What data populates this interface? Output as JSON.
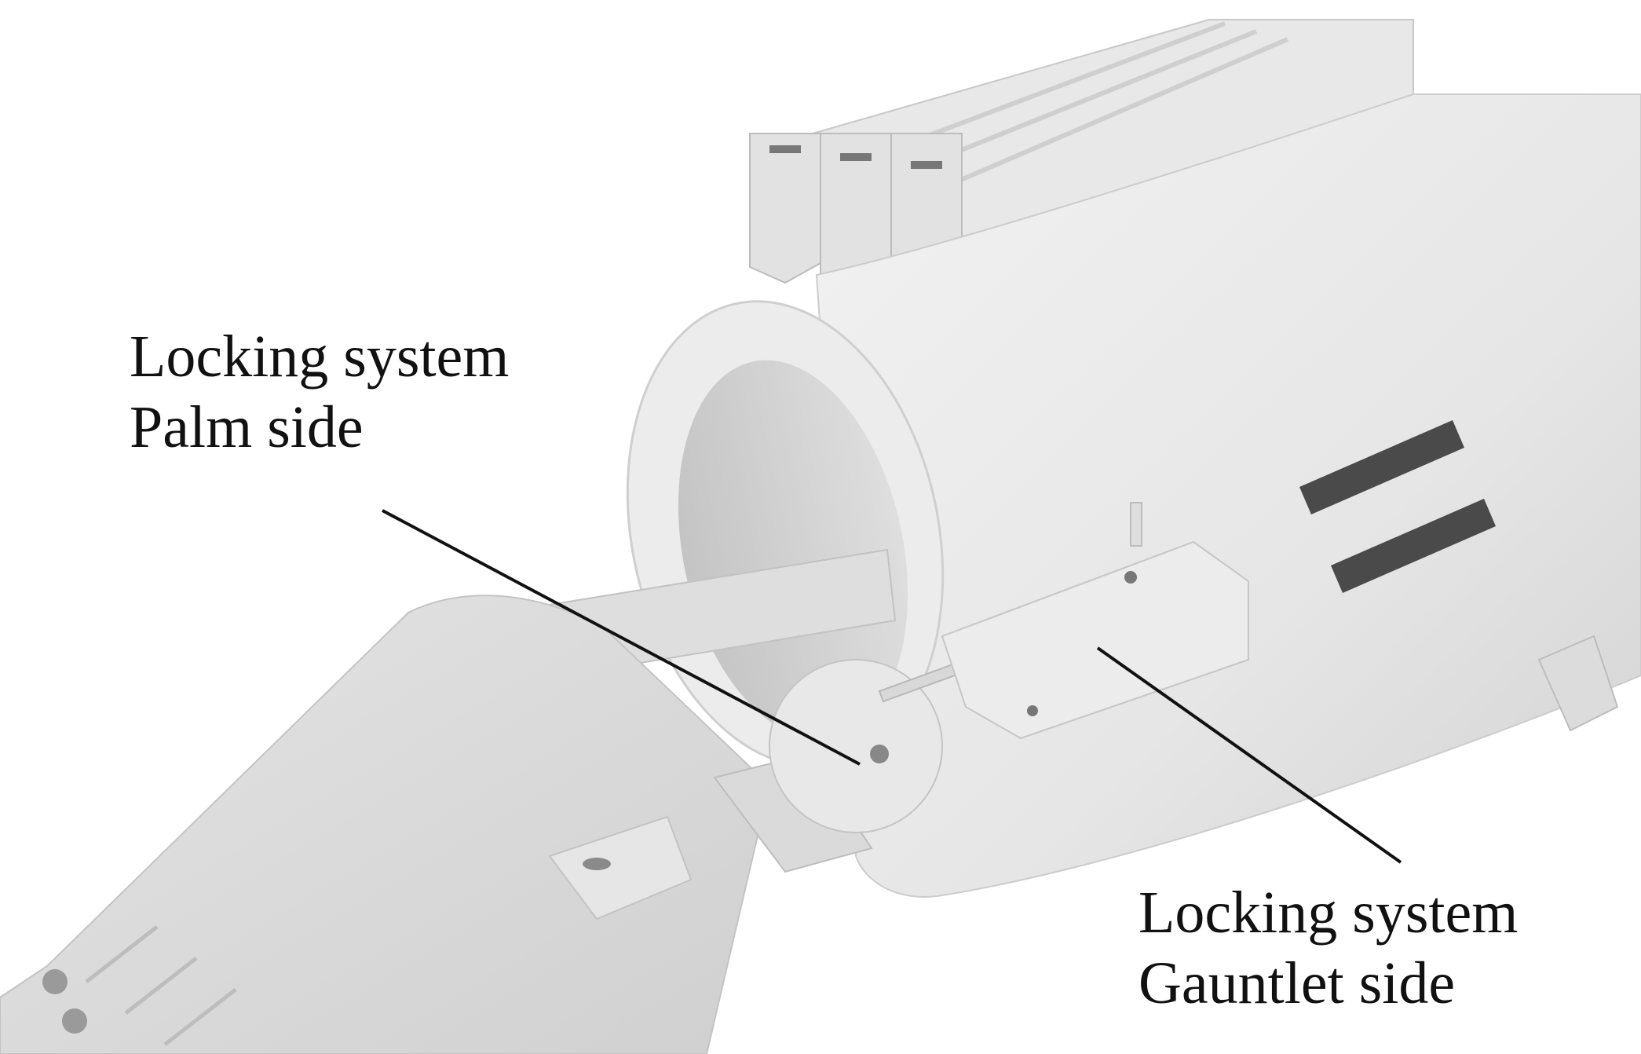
{
  "labels": {
    "palm": {
      "line1": "Locking system",
      "line2": "Palm side"
    },
    "gauntlet": {
      "line1": "Locking system",
      "line2": "Gauntlet side"
    }
  },
  "colors": {
    "background": "#ffffff",
    "leader_line": "#111111",
    "part_light": "#ececec",
    "part_mid": "#dadada",
    "part_shadow": "#b9b9b9",
    "slot_dark": "#4a4a4a"
  }
}
